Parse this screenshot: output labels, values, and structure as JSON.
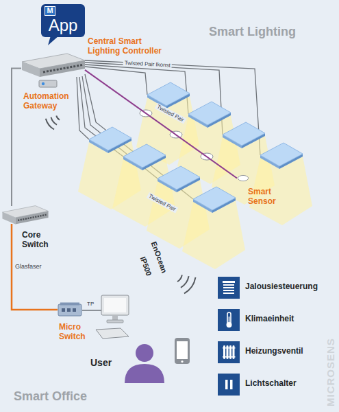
{
  "diagram": {
    "nodes": [
      {
        "text": [
          "M",
          "App"
        ]
      },
      {
        "text": [
          "Central Smart Lighting Controller"
        ]
      },
      {
        "text": [
          "Automation Gateway"
        ]
      },
      {
        "text": [
          "Smart Sensor"
        ]
      },
      {
        "text": [
          "Core Switch"
        ]
      },
      {
        "text": [
          "Micro Switch"
        ]
      },
      {
        "text": [
          "Jalousiesteuerung"
        ]
      },
      {
        "text": [
          "Klimaeinheit"
        ]
      },
      {
        "text": [
          "Heizungsventil"
        ]
      },
      {
        "text": [
          "Lichtschalter"
        ]
      },
      {
        "text": [
          "User"
        ]
      }
    ],
    "edges": [
      {
        "from": 1,
        "to": 4,
        "arrow": "none"
      },
      {
        "from": 4,
        "to": 5,
        "label": "Glasfaser",
        "arrow": "none"
      },
      {
        "from": 1,
        "to": 3,
        "arrow": "none"
      }
    ],
    "labels": [
      "Smart Lighting",
      "Twisted Pair Ikonst",
      "Twisted Pair",
      "Twisted Pair",
      "EnOcean",
      "IP500",
      "TP",
      "Smart Office",
      "MICROSENS"
    ]
  }
}
